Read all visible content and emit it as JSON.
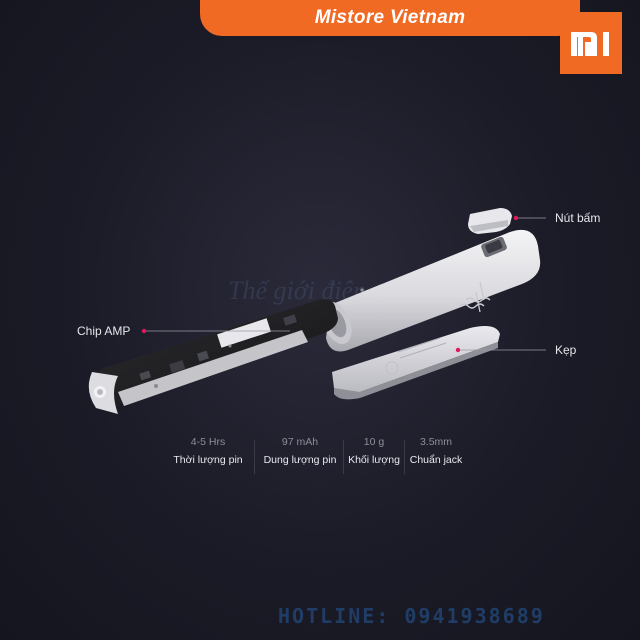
{
  "banner": {
    "title": "Mistore Vietnam"
  },
  "logo": {
    "brand_color": "#f06a24",
    "icon": "mi-logo-icon"
  },
  "watermark": {
    "text": "Thế giới điện máy"
  },
  "callouts": {
    "button": "Nút bấm",
    "chip": "Chip AMP",
    "clip": "Kẹp"
  },
  "specs": [
    {
      "value": "4-5 Hrs",
      "caption": "Thời lượng pin"
    },
    {
      "value": "97 mAh",
      "caption": "Dung lượng pin"
    },
    {
      "value": "10 g",
      "caption": "Khối lượng"
    },
    {
      "value": "3.5mm",
      "caption": "Chuẩn jack"
    }
  ],
  "hotline": {
    "text": "HOTLINE: 0941938689"
  },
  "colors": {
    "accent": "#f06a24",
    "callout_dot": "#e0185a"
  }
}
